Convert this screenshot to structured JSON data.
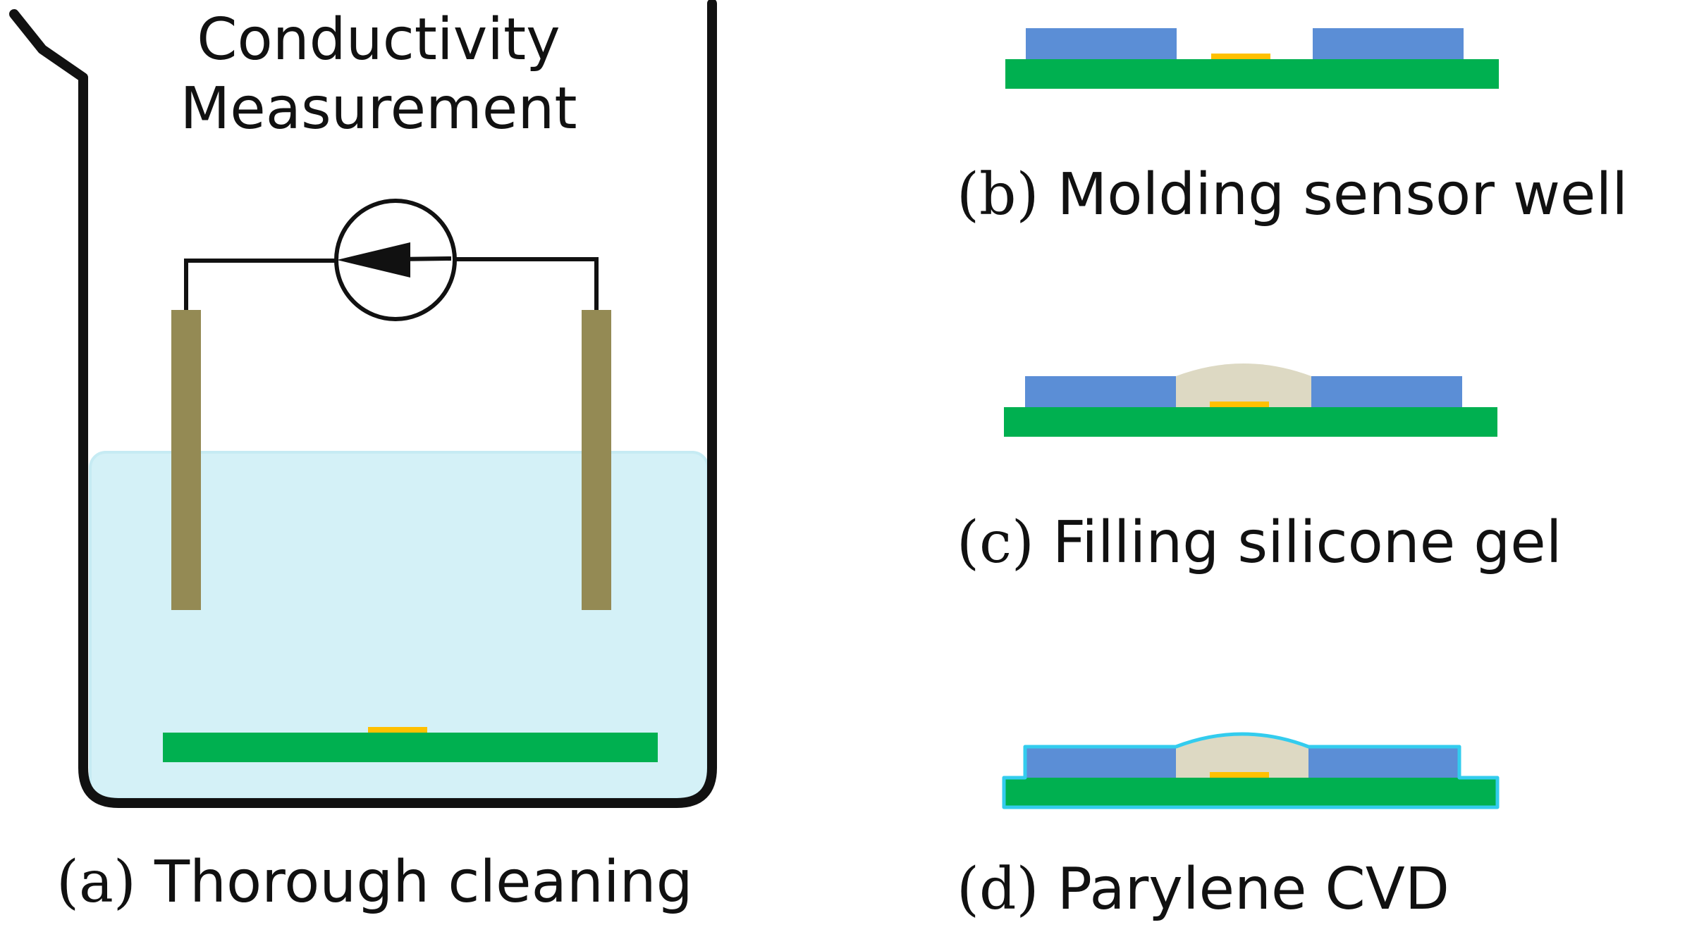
{
  "panel_a": {
    "title_line1": "Conductivity",
    "title_line2": "Measurement",
    "label_letter": "(a)",
    "label_text": "Thorough cleaning"
  },
  "panel_b": {
    "label_letter": "(b)",
    "label_text": "Molding sensor well"
  },
  "panel_c": {
    "label_letter": "(c)",
    "label_text": "Filling silicone gel"
  },
  "panel_d": {
    "label_letter": "(d)",
    "label_text": "Parylene CVD"
  },
  "colors": {
    "substrate": "#00b050",
    "sensor": "#ffc000",
    "mold": "#5b8ed6",
    "gel": "#ddd9c3",
    "parylene": "#33ccee",
    "electrode": "#948a54",
    "liquid": "#d4f1f7",
    "beaker": "#111111"
  }
}
